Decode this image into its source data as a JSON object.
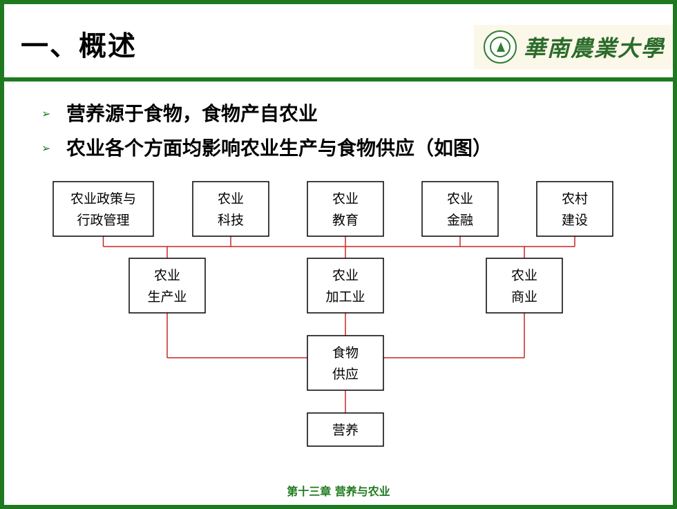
{
  "slide": {
    "title": "一、概述",
    "logo": {
      "icon": "university-seal-icon",
      "text": "華南農業大學"
    },
    "bullets": [
      "营养源于食物，食物产自农业",
      "农业各个方面均影响农业生产与食物供应（如图）"
    ],
    "footer": "第十三章 营养与农业",
    "colors": {
      "border": "#1f7a1f",
      "edge": "#cc2222",
      "footer": "#1f7a1f"
    }
  },
  "diagram": {
    "nodes": [
      {
        "id": "policy",
        "lines": [
          "农业政策与",
          "行政管理"
        ]
      },
      {
        "id": "tech",
        "lines": [
          "农业",
          "科技"
        ]
      },
      {
        "id": "edu",
        "lines": [
          "农业",
          "教育"
        ]
      },
      {
        "id": "finance",
        "lines": [
          "农业",
          "金融"
        ]
      },
      {
        "id": "rural",
        "lines": [
          "农村",
          "建设"
        ]
      },
      {
        "id": "production",
        "lines": [
          "农业",
          "生产业"
        ]
      },
      {
        "id": "processing",
        "lines": [
          "农业",
          "加工业"
        ]
      },
      {
        "id": "commerce",
        "lines": [
          "农业",
          "商业"
        ]
      },
      {
        "id": "food",
        "lines": [
          "食物",
          "供应"
        ]
      },
      {
        "id": "nutrition",
        "lines": [
          "营养"
        ]
      }
    ],
    "edges": [
      {
        "from": [
          "policy",
          "tech",
          "edu",
          "finance",
          "rural"
        ],
        "to": [
          "production",
          "processing",
          "commerce"
        ]
      },
      {
        "from": [
          "production",
          "processing",
          "commerce"
        ],
        "to": [
          "food"
        ]
      },
      {
        "from": [
          "food"
        ],
        "to": [
          "nutrition"
        ]
      }
    ]
  }
}
